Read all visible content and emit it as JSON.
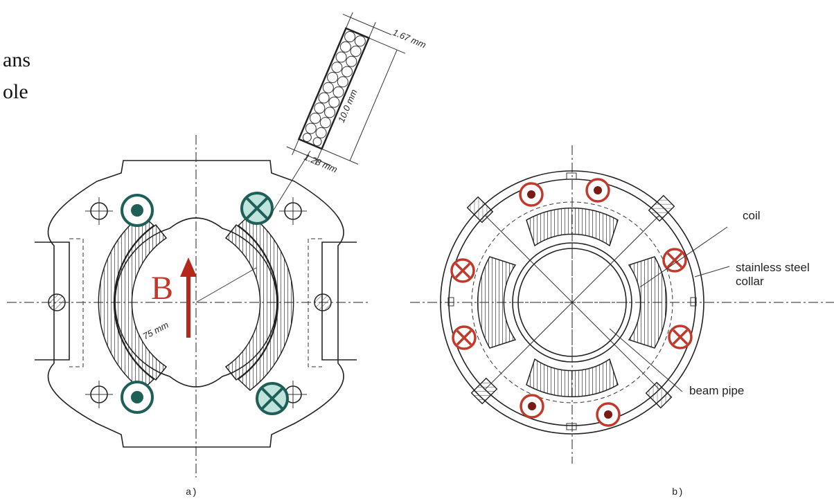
{
  "left_margin_text": [
    "ans",
    "ole"
  ],
  "cable": {
    "width_label": "1.67 mm",
    "height_label": "10.0 mm",
    "thickness_label": "1.28 mm"
  },
  "dipole": {
    "aperture_label": "75 mm",
    "field_label": "B",
    "caption": "a)"
  },
  "quadrupole": {
    "coil_label": "coil",
    "collar_label": [
      "stainless steel",
      "collar"
    ],
    "beampipe_label": "beam pipe",
    "caption": "b)"
  },
  "colors": {
    "dipole_current": "#1e5f57",
    "dipole_current_fill": "#bfe3dd",
    "quad_current": "#c0392b",
    "field_arrow": "#b5281c"
  },
  "current_markers": {
    "dipole": [
      "out",
      "in",
      "out",
      "in"
    ],
    "quadrupole": [
      "out",
      "out",
      "in",
      "in",
      "in",
      "in",
      "out",
      "out"
    ]
  }
}
